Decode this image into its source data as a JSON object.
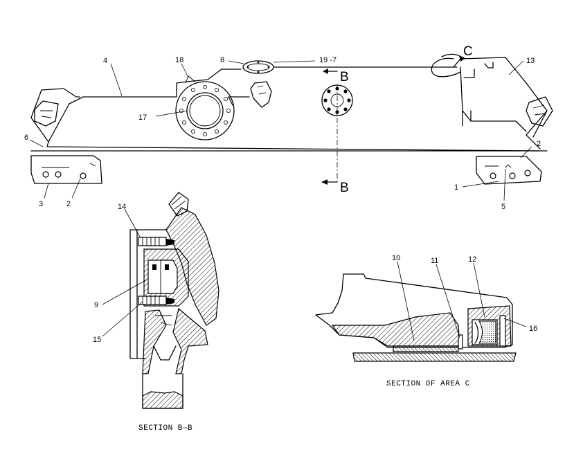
{
  "callouts": {
    "c1": "1",
    "c2a": "2",
    "c2b": "2",
    "c3": "3",
    "c4": "4",
    "c5": "5",
    "c6": "6",
    "c8": "8",
    "c9": "9",
    "c10": "10",
    "c11": "11",
    "c12": "12",
    "c13": "13",
    "c14": "14",
    "c15": "15",
    "c16": "16",
    "c17": "17",
    "c18": "18",
    "c19_7": "19 -7"
  },
  "view_markers": {
    "section_top": "B",
    "section_bottom": "B",
    "area": "C"
  },
  "captions": {
    "section_bb": "SECTION B—B",
    "section_area_c": "SECTION OF AREA C"
  }
}
